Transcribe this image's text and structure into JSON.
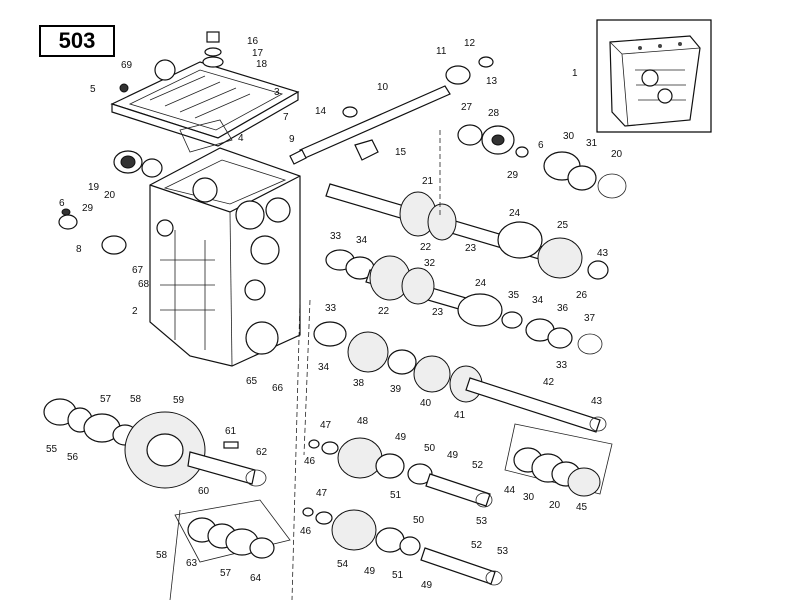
{
  "diagram_number": "503",
  "callouts": [
    "1",
    "2",
    "3",
    "4",
    "5",
    "6",
    "6",
    "7",
    "8",
    "9",
    "10",
    "11",
    "12",
    "13",
    "14",
    "15",
    "16",
    "17",
    "18",
    "19",
    "20",
    "20",
    "20",
    "21",
    "22",
    "22",
    "23",
    "23",
    "24",
    "24",
    "25",
    "26",
    "27",
    "28",
    "29",
    "29",
    "30",
    "30",
    "31",
    "32",
    "33",
    "33",
    "33",
    "34",
    "34",
    "34",
    "35",
    "36",
    "37",
    "38",
    "39",
    "40",
    "41",
    "42",
    "43",
    "43",
    "44",
    "45",
    "46",
    "46",
    "47",
    "47",
    "48",
    "49",
    "49",
    "49",
    "49",
    "50",
    "50",
    "51",
    "51",
    "52",
    "52",
    "53",
    "53",
    "54",
    "55",
    "56",
    "57",
    "57",
    "58",
    "58",
    "59",
    "60",
    "61",
    "62",
    "63",
    "64",
    "65",
    "66",
    "67",
    "68",
    "69"
  ]
}
